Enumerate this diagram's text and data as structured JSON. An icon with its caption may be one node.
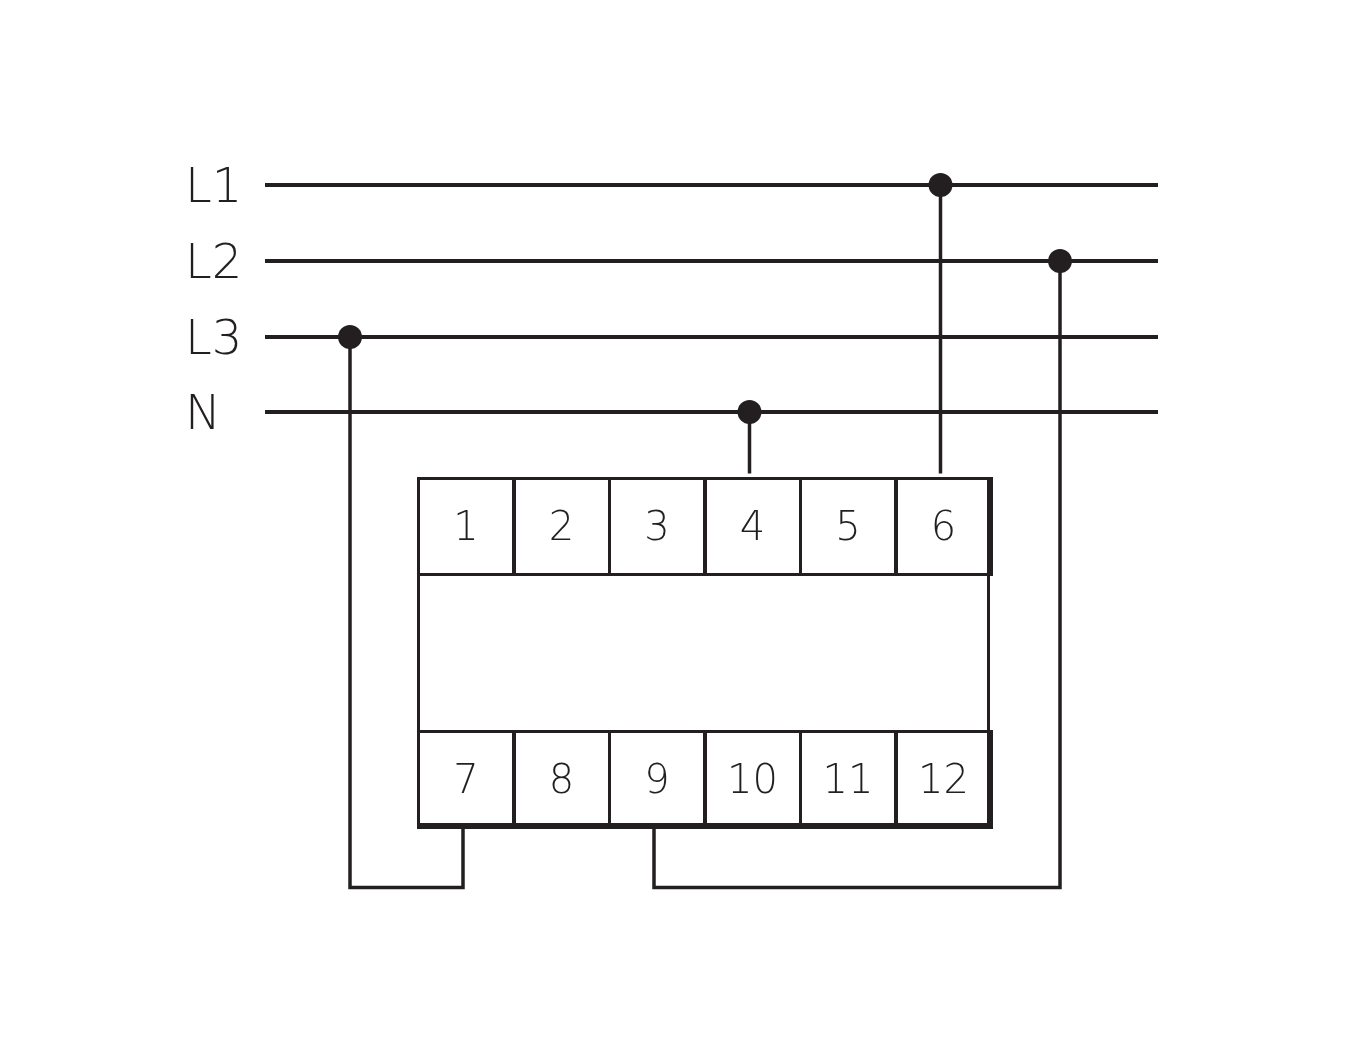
{
  "diagram": {
    "nodes": [
      {
        "text": [
          "L1"
        ]
      },
      {
        "text": [
          "L2"
        ]
      },
      {
        "text": [
          "L3"
        ]
      },
      {
        "text": [
          "N"
        ]
      },
      {
        "text": [],
        "shape": "box"
      },
      {
        "text": [
          "1"
        ],
        "in": 4
      },
      {
        "text": [
          "2"
        ],
        "in": 4
      },
      {
        "text": [
          "3"
        ],
        "in": 4
      },
      {
        "text": [
          "4"
        ],
        "in": 4
      },
      {
        "text": [
          "5"
        ],
        "in": 4
      },
      {
        "text": [
          "6"
        ],
        "in": 4
      },
      {
        "text": [
          "7"
        ],
        "in": 4
      },
      {
        "text": [
          "8"
        ],
        "in": 4
      },
      {
        "text": [
          "9"
        ],
        "in": 4
      },
      {
        "text": [
          "10"
        ],
        "in": 4
      },
      {
        "text": [
          "11"
        ],
        "in": 4
      },
      {
        "text": [
          "12"
        ],
        "in": 4
      }
    ],
    "edges": [
      {
        "from": 0,
        "to": 10,
        "arrow": "other"
      },
      {
        "from": 1,
        "to": 13,
        "arrow": "other"
      },
      {
        "from": 2,
        "to": 11,
        "arrow": "other"
      },
      {
        "from": 3,
        "to": 8,
        "arrow": "other"
      }
    ]
  }
}
